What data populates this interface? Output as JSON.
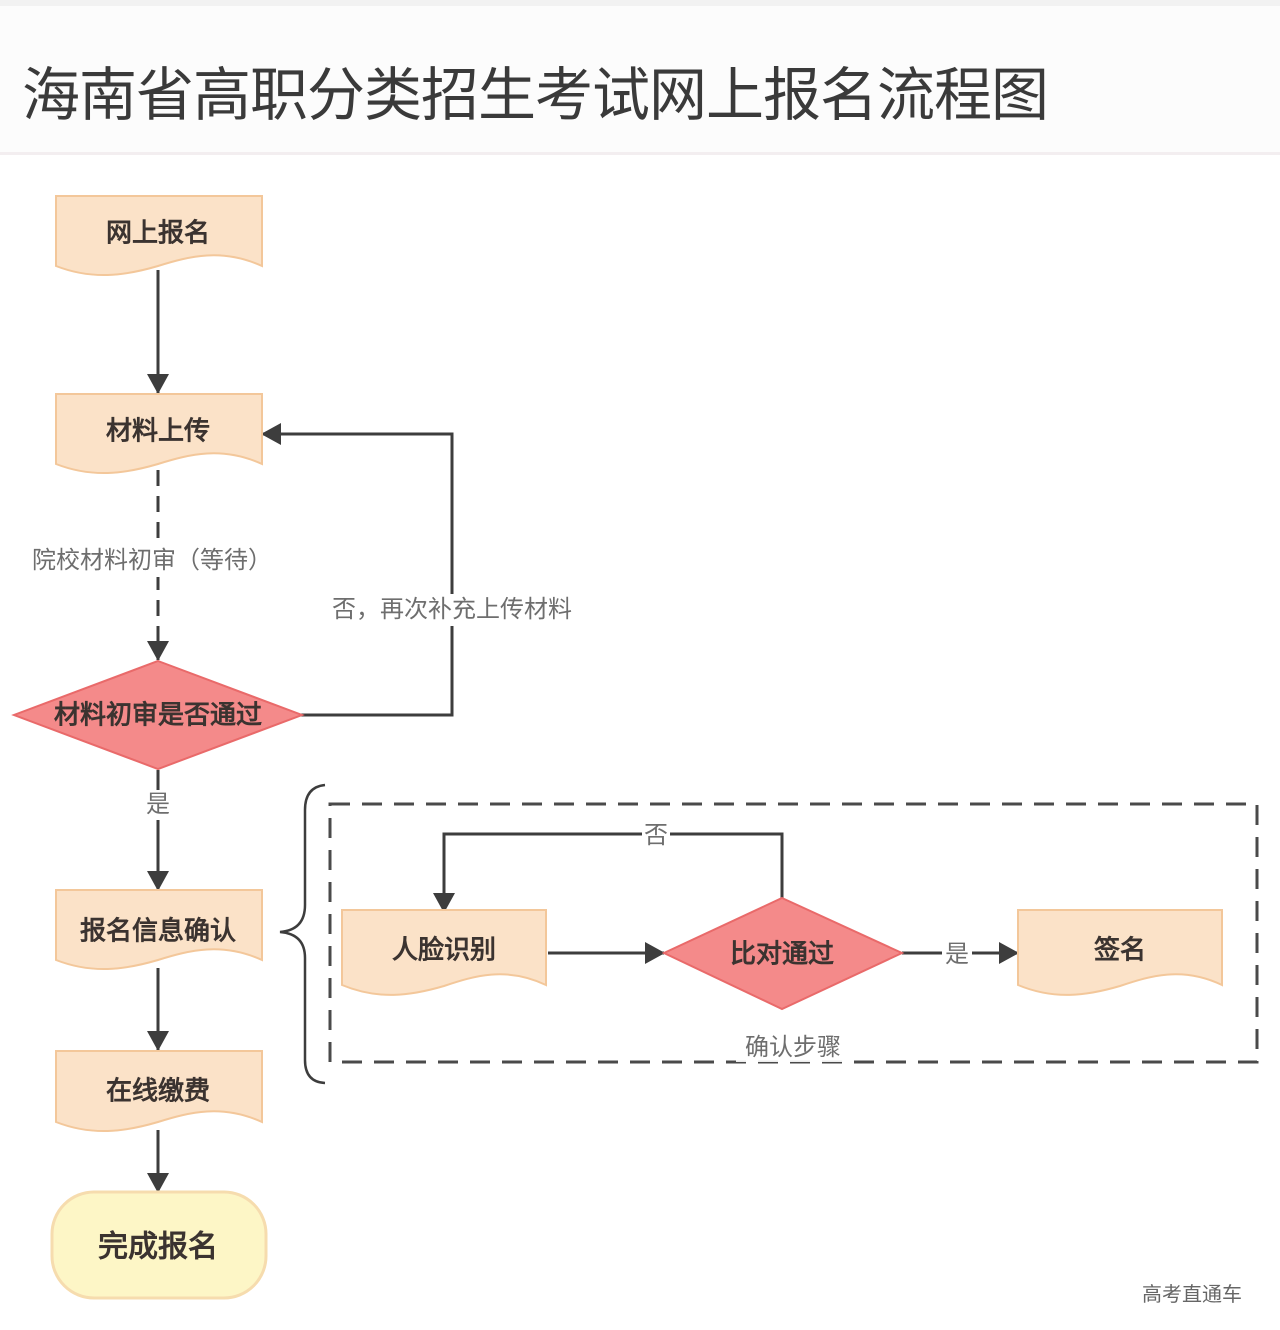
{
  "title": "海南省高职分类招生考试网上报名流程图",
  "watermark": "高考直通车",
  "colors": {
    "process_fill": "#fbe2c8",
    "process_stroke": "#f3c79a",
    "decision_fill": "#f48a8a",
    "decision_stroke": "#e96a6a",
    "terminal_fill": "#fdf6c6",
    "terminal_stroke": "#f6dcae",
    "line": "#3d3d3d"
  },
  "nodes": {
    "online_registration": "网上报名",
    "material_upload": "材料上传",
    "material_review_decision": "材料初审是否通过",
    "info_confirmation": "报名信息确认",
    "online_payment": "在线缴费",
    "complete": "完成报名",
    "face_recognition": "人脸识别",
    "comparison_decision": "比对通过",
    "signature": "签名"
  },
  "edges": {
    "school_review_wait": "院校材料初审（等待）",
    "reupload": "否，再次补充上传材料",
    "review_yes": "是",
    "compare_no": "否",
    "compare_yes": "是"
  },
  "group": {
    "label": "确认步骤"
  }
}
